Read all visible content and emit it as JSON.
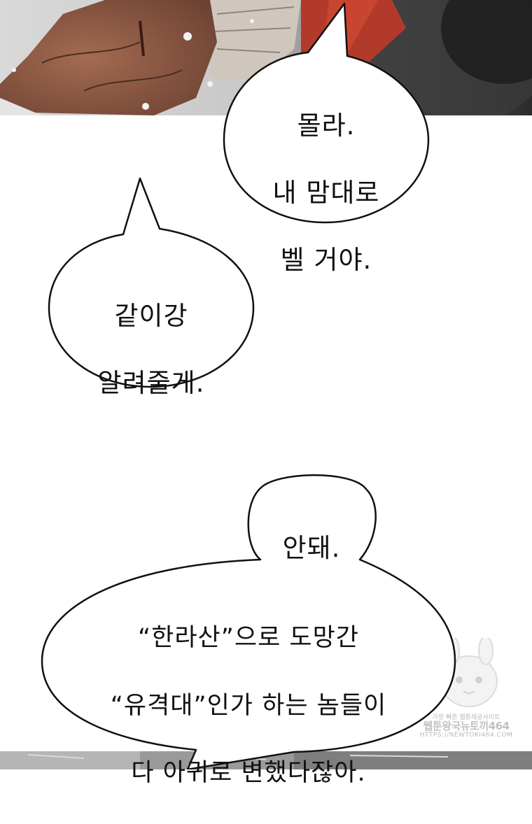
{
  "bubbles": {
    "top_right": {
      "line1": "몰라.",
      "line2": "내 맘대로",
      "line3": "벨 거야."
    },
    "left": {
      "line1": "같이강",
      "line2": "알려줄게."
    },
    "small": {
      "line1": "안돼."
    },
    "large": {
      "line1": "“한라산”으로 도망간",
      "line2": "“유격대”인가 하는 놈들이",
      "line3": "다 아귀로 변했다잖아."
    }
  },
  "watermark": {
    "tagline": "가장 빠른 웹툰제공사이트",
    "brand": "웹툰왕국뉴토끼464",
    "url": "HTTPS://NEWTOKI464.COM"
  },
  "colors": {
    "art_skin": "#8a5a45",
    "art_red": "#b23a2a",
    "art_dark": "#2a2a2a",
    "bubble_stroke": "#111111"
  }
}
